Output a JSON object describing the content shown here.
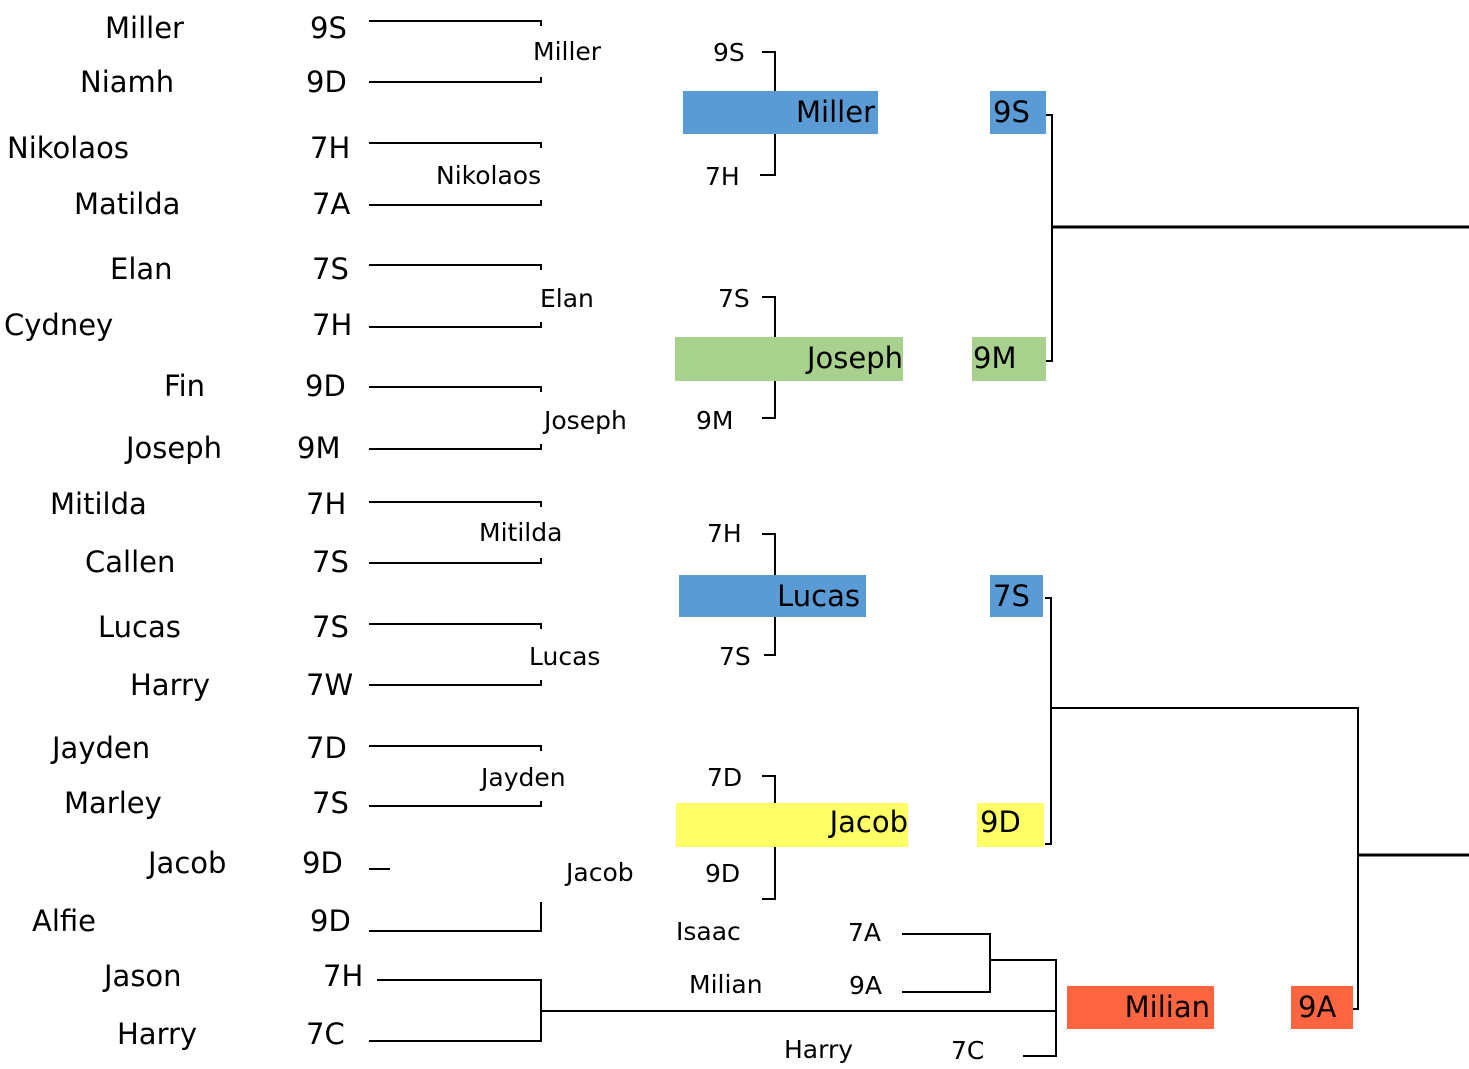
{
  "colors": {
    "blue": "#5b9bd5",
    "green": "#a9d18e",
    "yellow": "#ffff66",
    "red": "#ff6540",
    "line": "#000000"
  },
  "round1": [
    {
      "name": "Miller",
      "form": "9S"
    },
    {
      "name": "Niamh",
      "form": "9D"
    },
    {
      "name": "Nikolaos",
      "form": "7H"
    },
    {
      "name": "Matilda",
      "form": "7A"
    },
    {
      "name": "Elan",
      "form": "7S"
    },
    {
      "name": "Cydney",
      "form": "7H"
    },
    {
      "name": "Fin",
      "form": "9D"
    },
    {
      "name": "Joseph",
      "form": "9M"
    },
    {
      "name": "Mitilda",
      "form": "7H"
    },
    {
      "name": "Callen",
      "form": "7S"
    },
    {
      "name": "Lucas",
      "form": "7S"
    },
    {
      "name": "Harry",
      "form": "7W"
    },
    {
      "name": "Jayden",
      "form": "7D"
    },
    {
      "name": "Marley",
      "form": "7S"
    },
    {
      "name": "Jacob",
      "form": "9D"
    },
    {
      "name": "Alfie",
      "form": "9D"
    },
    {
      "name": "Jason",
      "form": "7H"
    },
    {
      "name": "Harry",
      "form": "7C"
    }
  ],
  "round2": [
    {
      "name": "Miller",
      "form": "9S"
    },
    {
      "name": "Nikolaos",
      "form": "7H"
    },
    {
      "name": "Elan",
      "form": "7S"
    },
    {
      "name": "Joseph",
      "form": "9M"
    },
    {
      "name": "Mitilda",
      "form": "7H"
    },
    {
      "name": "Lucas",
      "form": "7S"
    },
    {
      "name": "Jayden",
      "form": "7D"
    },
    {
      "name": "Jacob",
      "form": "9D"
    },
    {
      "name": "Isaac",
      "form": "7A"
    },
    {
      "name": "Milian",
      "form": "9A"
    },
    {
      "name": "Harry",
      "form": "7C"
    }
  ],
  "round3": [
    {
      "name": "Miller",
      "form": "9S",
      "color": "blue"
    },
    {
      "name": "Joseph",
      "form": "9M",
      "color": "green"
    },
    {
      "name": "Lucas",
      "form": "7S",
      "color": "blue"
    },
    {
      "name": "Jacob",
      "form": "9D",
      "color": "yellow"
    },
    {
      "name": "Milian",
      "form": "9A",
      "color": "red"
    }
  ]
}
